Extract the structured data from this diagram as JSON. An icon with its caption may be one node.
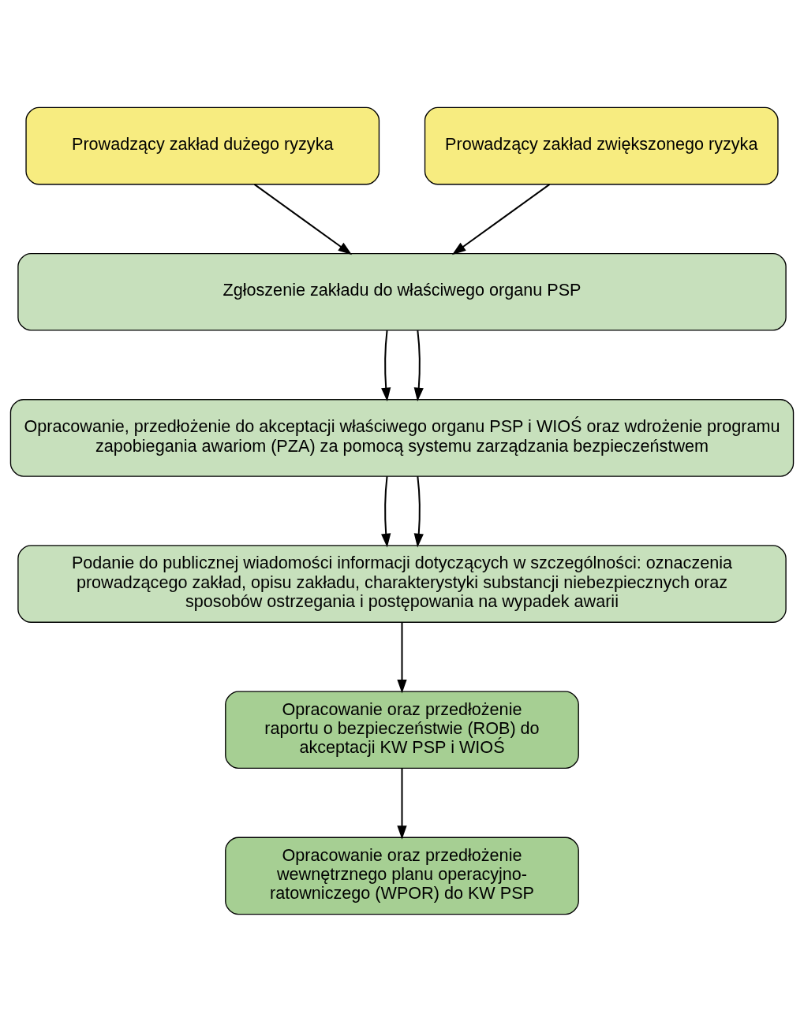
{
  "diagram": {
    "nodes": [
      {
        "text": [
          "Prowadzący zakład dużego ryzyka"
        ]
      },
      {
        "text": [
          "Prowadzący zakład zwiększonego ryzyka"
        ]
      },
      {
        "text": [
          "Zgłoszenie zakładu do właściwego organu PSP"
        ]
      },
      {
        "text": [
          "Opracowanie, przedłożenie do akceptacji właściwego organu PSP i WIOŚ oraz wdrożenie programu zapobiegania awariom (PZA) za pomocą systemu zarządzania bezpieczeństwem"
        ]
      },
      {
        "text": [
          "Podanie do publicznej wiadomości informacji dotyczących w szczególności: oznaczenia prowadzącego zakład, opisu zakładu, charakterystyki substancji niebezpiecznych oraz sposobów ostrzegania i postępowania na wypadek awarii"
        ]
      },
      {
        "text": [
          "Opracowanie oraz przedłożenie raportu o bezpieczeństwie (ROB) do akceptacji KW PSP i WIOŚ"
        ]
      },
      {
        "text": [
          "Opracowanie oraz przedłożenie wewnętrznego planu operacyjno-ratowniczego (WPOR) do KW PSP"
        ]
      }
    ],
    "edges": [
      {
        "from": 0,
        "to": 2,
        "arrow": "to"
      },
      {
        "from": 1,
        "to": 2,
        "arrow": "to"
      },
      {
        "from": 2,
        "to": 3,
        "arrow": "to"
      },
      {
        "from": 2,
        "to": 3,
        "arrow": "to"
      },
      {
        "from": 3,
        "to": 4,
        "arrow": "to"
      },
      {
        "from": 3,
        "to": 4,
        "arrow": "to"
      },
      {
        "from": 4,
        "to": 5,
        "arrow": "to"
      },
      {
        "from": 5,
        "to": 6,
        "arrow": "to"
      }
    ]
  }
}
